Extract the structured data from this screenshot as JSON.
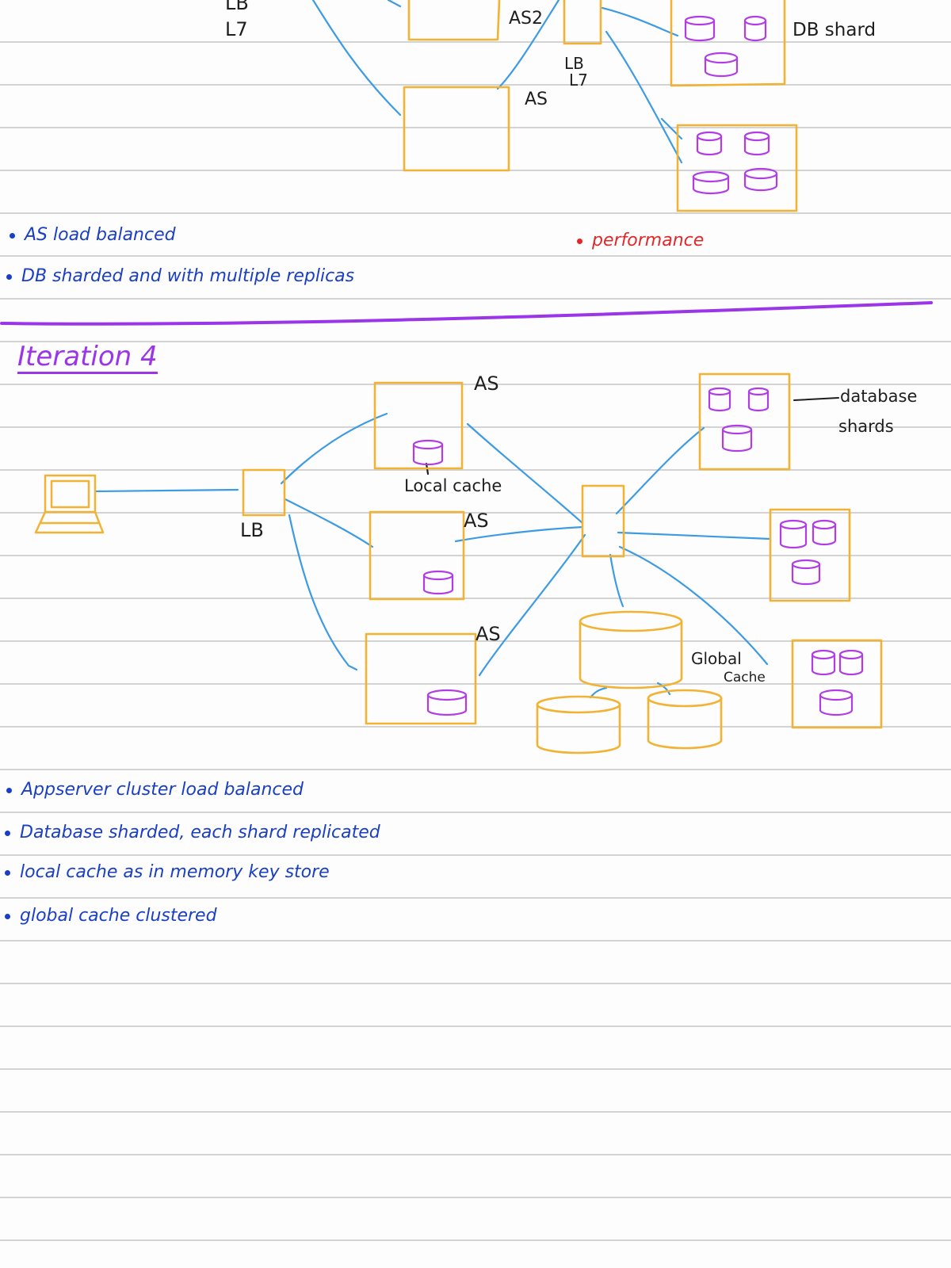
{
  "colors": {
    "box": "#f2b233",
    "link": "#3d9be3",
    "db": "#b23be8",
    "ink_blue": "#1a3fc4",
    "ink_black": "#1e1e1e",
    "ink_red": "#e0282a",
    "divider": "#9b35e8",
    "paper_line": "#d3d3d3"
  },
  "top_section": {
    "labels": {
      "lb_top_left_1": "LB",
      "lb_top_left_2": "L7",
      "as2": "AS2",
      "as_lower": "AS",
      "lb_mid_1": "LB",
      "lb_mid_2": "L7",
      "db_shard": "DB shard"
    },
    "notes": [
      "AS load balanced",
      "DB sharded and with multiple replicas"
    ],
    "red_note": "performance"
  },
  "iteration4": {
    "title": "Iteration 4",
    "labels": {
      "as_1": "AS",
      "as_2": "AS",
      "as_3": "AS",
      "lb": "LB",
      "local_cache": "Local cache",
      "database_shards_1": "database",
      "database_shards_2": "shards",
      "global_cache_1": "Global",
      "global_cache_2": "Cache"
    },
    "notes": [
      "Appserver cluster load balanced",
      "Database sharded, each shard replicated",
      "local cache as in memory key store",
      "global cache clustered"
    ]
  },
  "icons": {
    "laptop": "laptop-icon",
    "database": "database-icon"
  }
}
